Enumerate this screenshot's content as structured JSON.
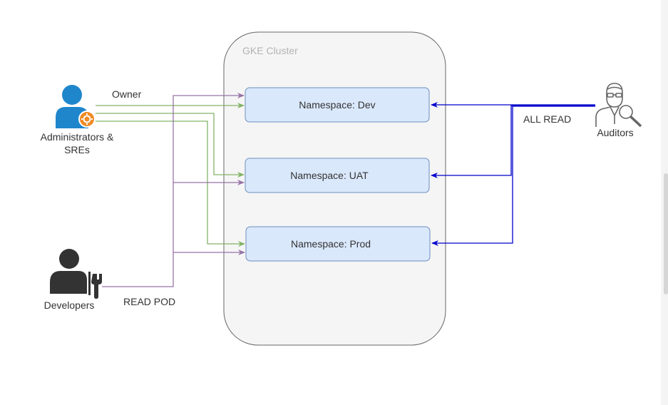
{
  "cluster": {
    "title": "GKE Cluster"
  },
  "namespaces": [
    {
      "label": "Namespace: Dev"
    },
    {
      "label": "Namespace: UAT"
    },
    {
      "label": "Namespace: Prod"
    }
  ],
  "actors": {
    "admins": {
      "line1": "Administrators &",
      "line2": "SREs",
      "icon": "admin-user-gear-icon"
    },
    "developers": {
      "label": "Developers",
      "icon": "developer-tools-icon"
    },
    "auditors": {
      "label": "Auditors",
      "icon": "auditor-magnifier-icon"
    }
  },
  "edge_labels": {
    "owner": "Owner",
    "read_pod": "READ POD",
    "all_read": "ALL READ"
  },
  "colors": {
    "namespace_fill": "#dae8fc",
    "namespace_stroke": "#6c8ebf",
    "cluster_fill": "#f5f5f5",
    "cluster_stroke": "#666666",
    "owner_edge": "#82b366",
    "read_pod_edge": "#9673a6",
    "all_read_edge": "#0000cc",
    "admin_icon": "#1f86cc",
    "admin_gear": "#f08a24",
    "developer_icon": "#333333",
    "auditor_icon": "#666666"
  }
}
